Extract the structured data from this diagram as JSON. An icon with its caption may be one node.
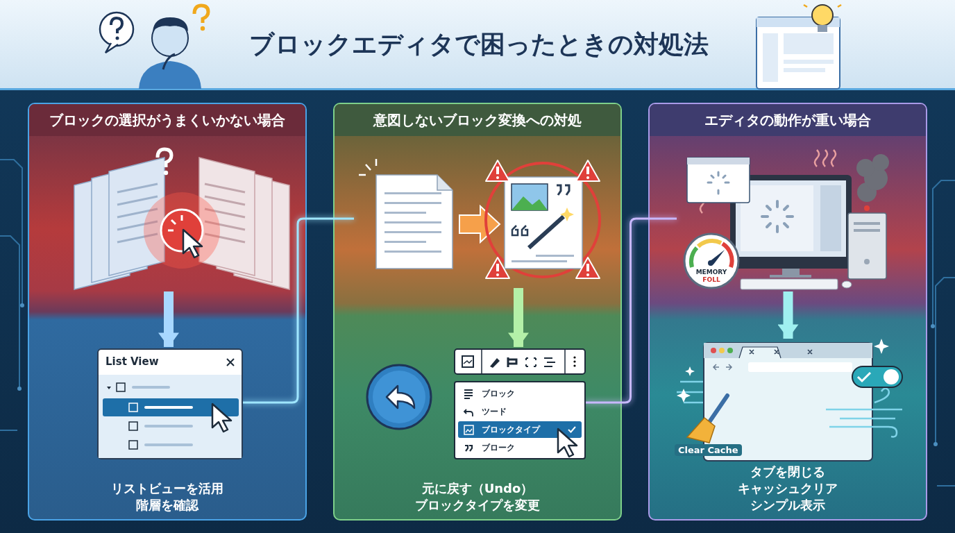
{
  "diagram": {
    "title": "ブロックエディタで困ったときの対処法",
    "nodes": [
      {
        "text": [
          "ブロックの選択がうまくいかない場合",
          "リストビューを活用",
          "階層を確認"
        ]
      },
      {
        "text": [],
        "shape": "picture",
        "in": 0
      },
      {
        "text": [
          "List View"
        ],
        "in": 0
      },
      {
        "text": [
          "意図しないブロック変換への対処",
          "元に戻す（Undo）",
          "ブロックタイプを変更"
        ]
      },
      {
        "text": [],
        "shape": "picture",
        "in": 3
      },
      {
        "text": [
          "ブロック",
          "ツード",
          "ブロックタイプ",
          "ブローク"
        ],
        "in": 3
      },
      {
        "text": [
          "エディタの動作が重い場合",
          "タブを閉じる",
          "キャッシュクリア",
          "シンプル表示"
        ]
      },
      {
        "text": [],
        "shape": "picture",
        "in": 6
      },
      {
        "text": [
          "MEMORY",
          "FOLL"
        ],
        "in": 7
      },
      {
        "text": [
          "Clear Cache"
        ],
        "in": 6
      }
    ],
    "edges": [
      {
        "from": 1,
        "to": 2,
        "arrow": "to"
      },
      {
        "from": 2,
        "to": 4,
        "arrow": "none"
      },
      {
        "from": 4,
        "to": 5,
        "arrow": "to"
      },
      {
        "from": 5,
        "to": 7,
        "arrow": "none"
      },
      {
        "from": 7,
        "to": 9,
        "arrow": "to"
      }
    ]
  }
}
